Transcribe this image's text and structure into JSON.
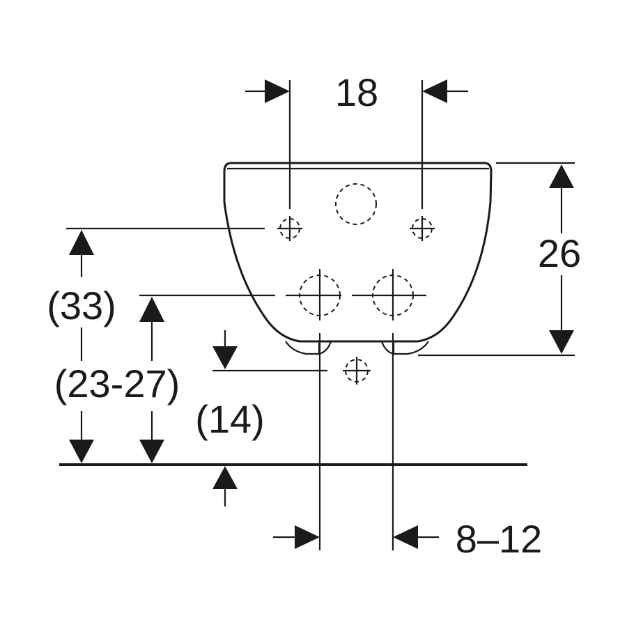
{
  "diagram": {
    "labels": {
      "top_spacing": "18",
      "height": "26",
      "overall_height": "(33)",
      "mount_range": "(23-27)",
      "drain_height": "(14)",
      "bottom_spacing": "8–12"
    },
    "colors": {
      "line": "#1a1a1a",
      "background": "#ffffff"
    }
  }
}
